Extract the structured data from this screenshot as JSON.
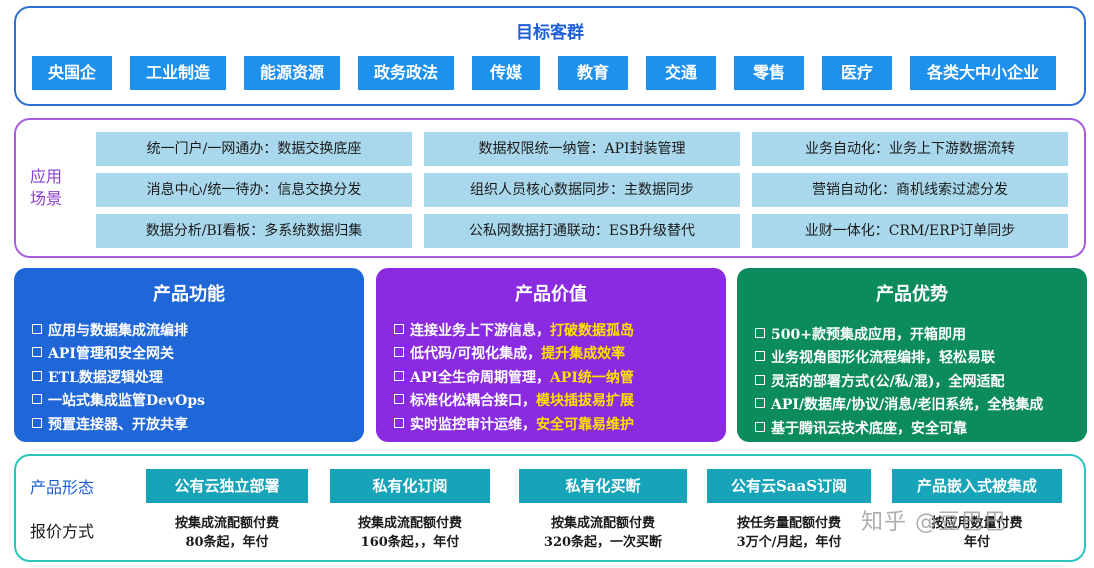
{
  "target": {
    "title": "目标客群",
    "customers": [
      "央国企",
      "工业制造",
      "能源资源",
      "政务政法",
      "传媒",
      "教育",
      "交通",
      "零售",
      "医疗",
      "各类大中小企业"
    ]
  },
  "scenarios": {
    "title": "应用场景",
    "items": [
      "统一门户/一网通办：数据交换底座",
      "数据权限统一纳管：API封装管理",
      "业务自动化：业务上下游数据流转",
      "消息中心/统一待办：信息交换分发",
      "组织人员核心数据同步：主数据同步",
      "营销自动化：商机线索过滤分发",
      "数据分析/BI看板：多系统数据归集",
      "公私网数据打通联动：ESB升级替代",
      "业财一体化：CRM/ERP订单同步"
    ]
  },
  "functions": {
    "title": "产品功能",
    "items": [
      "应用与数据集成流编排",
      "API管理和安全网关",
      "ETL数据逻辑处理",
      "一站式集成监管DevOps",
      "预置连接器、开放共享"
    ]
  },
  "values": {
    "title": "产品价值",
    "items": [
      {
        "text": "连接业务上下游信息，",
        "highlight": "打破数据孤岛"
      },
      {
        "text": "低代码/可视化集成，",
        "highlight": "提升集成效率"
      },
      {
        "text": "API全生命周期管理，",
        "highlight": "API统一纳管"
      },
      {
        "text": "标准化松耦合接口，",
        "highlight": "模块插拔易扩展"
      },
      {
        "text": "实时监控审计运维，",
        "highlight": "安全可靠易维护"
      }
    ]
  },
  "advantages": {
    "title": "产品优势",
    "items": [
      "500+款预集成应用，开箱即用",
      "业务视角图形化流程编排，轻松易联",
      "灵活的部署方式(公/私/混)，全网适配",
      "API/数据库/协议/消息/老旧系统，全栈集成",
      "基于腾讯云技术底座，安全可靠"
    ]
  },
  "forms": {
    "label_forms": "产品形态",
    "label_price": "报价方式",
    "items": [
      {
        "name": "公有云独立部署",
        "price1": "按集成流配额付费",
        "price2": "80条起，年付"
      },
      {
        "name": "私有化订阅",
        "price1": "按集成流配额付费",
        "price2": "160条起，，年付"
      },
      {
        "name": "私有化买断",
        "price1": "按集成流配额付费",
        "price2": "320条起，一次买断"
      },
      {
        "name": "公有云SaaS订阅",
        "price1": "按任务量配额付费",
        "price2": "3万个/月起，年付"
      },
      {
        "name": "产品嵌入式被集成",
        "price1": "按应用数量付费",
        "price2": "年付"
      }
    ]
  },
  "watermark": "知乎 @豆巴巴",
  "colors": {
    "target_border": "#2e6fd6",
    "scenario_border": "#a65ee0",
    "func_bg": "#1f67d8",
    "value_bg": "#8a2be2",
    "adv_bg": "#0c8c5c",
    "form_border": "#2bc4bd",
    "highlight": "#ffe000"
  }
}
